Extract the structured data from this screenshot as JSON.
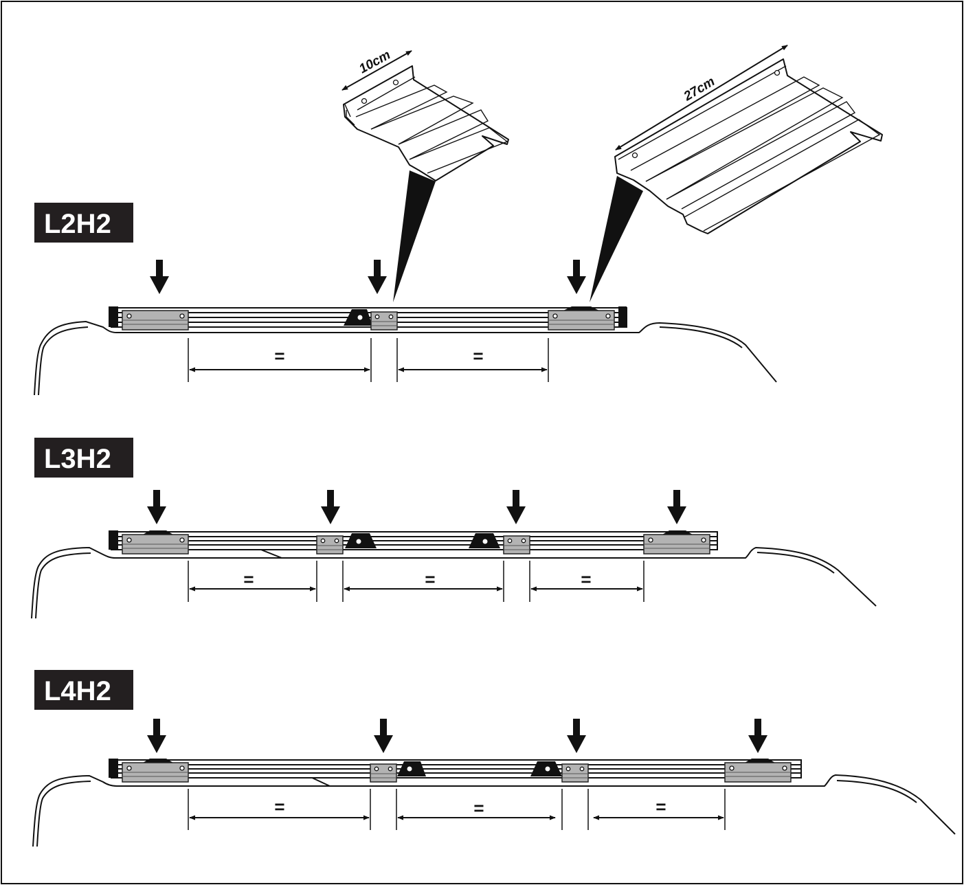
{
  "panels": [
    {
      "label": "L2H2",
      "spacing_labels": [
        "=",
        "="
      ]
    },
    {
      "label": "L3H2",
      "spacing_labels": [
        "=",
        "=",
        "="
      ]
    },
    {
      "label": "L4H2",
      "spacing_labels": [
        "=",
        "=",
        "="
      ]
    }
  ],
  "profiles": {
    "small_width": "10cm",
    "large_width": "27cm"
  }
}
